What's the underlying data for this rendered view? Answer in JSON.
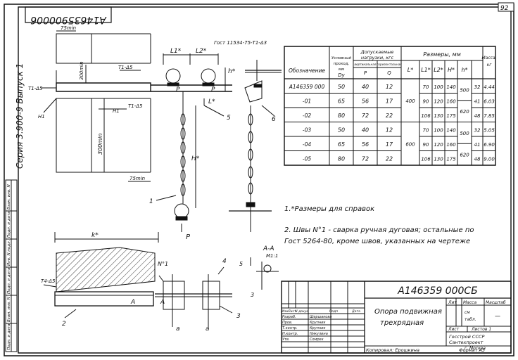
{
  "page_number": "92",
  "corner_code": "A14635900006",
  "series_vertical": "Серия 3.900-9 Выпуск 1",
  "left_margin_labels": [
    "Взам. инв. N",
    "Подп. и дата",
    "Инв. N подл.",
    "Подп. и дата",
    "Взам. инв. N",
    "Подп. и дата",
    "Инв. N дубл."
  ],
  "drawing": {
    "dim_75min_top": "75min",
    "dim_75min_bottom": "75min",
    "dim_300min_left": "300min",
    "dim_300min_mid": "300min",
    "weld_top_left": "T1-Δ5",
    "weld_top_mid": "T1-Δ5",
    "weld_mid": "T1-Δ5",
    "weld_bottom_left": "T4-Δ5",
    "h1_left": "H1",
    "h1_mid": "H1",
    "gost_top": "Гост 11534-75-Т1-Δ3",
    "dim_l1": "L1*",
    "dim_l2": "L2*",
    "dim_l": "L*",
    "dim_h": "h*",
    "dim_H": "H*",
    "load_p": "P",
    "callouts": [
      "1",
      "5",
      "6",
      "2",
      "3",
      "4"
    ],
    "weld_no": "N°1",
    "dim_k": "k*",
    "section_label": "A-A",
    "section_scale": "M1:1",
    "dim_5": "5",
    "dim_3": "3",
    "section_mark": "A",
    "letter_a": "a"
  },
  "table": {
    "headers": {
      "designation": "Обозначение",
      "dn": "Условный проход, мм",
      "dn_sym": "Dy",
      "load": "Допускаемые нагрузки, кгс",
      "load_vert": "вертикальная",
      "load_horiz": "горизонтальная",
      "load_vert_sym": "P",
      "load_horiz_sym": "Q",
      "sizes": "Размеры, мм",
      "L": "L*",
      "L1": "L1*",
      "L2": "L2*",
      "H": "H*",
      "h": "h*",
      "mass": "Масса, кг"
    },
    "rows": [
      {
        "designation": "A146359 000",
        "dn": "50",
        "p": "40",
        "q": "12",
        "L1": "70",
        "L2": "100",
        "Lx": "140",
        "h": "32",
        "mass": "4.44"
      },
      {
        "designation": "-01",
        "dn": "65",
        "p": "56",
        "q": "17",
        "L1": "90",
        "L2": "120",
        "Lx": "160",
        "h": "41",
        "mass": "6.03"
      },
      {
        "designation": "-02",
        "dn": "80",
        "p": "72",
        "q": "22",
        "L1": "106",
        "L2": "130",
        "Lx": "175",
        "h": "48",
        "mass": "7.85"
      },
      {
        "designation": "-03",
        "dn": "50",
        "p": "40",
        "q": "12",
        "L1": "70",
        "L2": "100",
        "Lx": "140",
        "h": "32",
        "mass": "5.05"
      },
      {
        "designation": "-04",
        "dn": "65",
        "p": "56",
        "q": "17",
        "L1": "90",
        "L2": "120",
        "Lx": "160",
        "h": "41",
        "mass": "6.90"
      },
      {
        "designation": "-05",
        "dn": "80",
        "p": "72",
        "q": "22",
        "L1": "106",
        "L2": "130",
        "Lx": "175",
        "h": "48",
        "mass": "9.00"
      }
    ],
    "L_group": [
      "400",
      "600"
    ],
    "H_group": [
      "500",
      "620",
      "500",
      "620"
    ]
  },
  "notes": [
    "1.*Размеры для справок",
    "2. Швы N°1 - сварка ручная дуговая; остальные по",
    "Гост 5264-80, кроме швов, указанных на чертеже"
  ],
  "title_block": {
    "code": "A146359 000СБ",
    "name_line1": "Опора подвижная",
    "name_line2": "трехрядная",
    "lit": "Лит",
    "mass": "Масса",
    "scale": "Масштаб",
    "mass_value": "см табл.",
    "scale_value": "—",
    "sheet": "Лист",
    "sheets": "Листов 1",
    "org_line1": "Госстрой СССР",
    "org_line2": "Сантехпроект",
    "org_line3": "г. Москва",
    "copied": "Копировал: Ерошкина",
    "format": "Формат А3",
    "left_headers": [
      "Изм",
      "Лист",
      "N докум",
      "Подп",
      "Дата"
    ],
    "roles": [
      {
        "role": "Разраб.",
        "name": "Шершакова"
      },
      {
        "role": "Пров.",
        "name": "Крупник"
      },
      {
        "role": "Т.контр.",
        "name": "Крупник"
      },
      {
        "role": "Н.контр.",
        "name": "Никулина"
      },
      {
        "role": "Утв.",
        "name": "Сомрек"
      }
    ]
  }
}
